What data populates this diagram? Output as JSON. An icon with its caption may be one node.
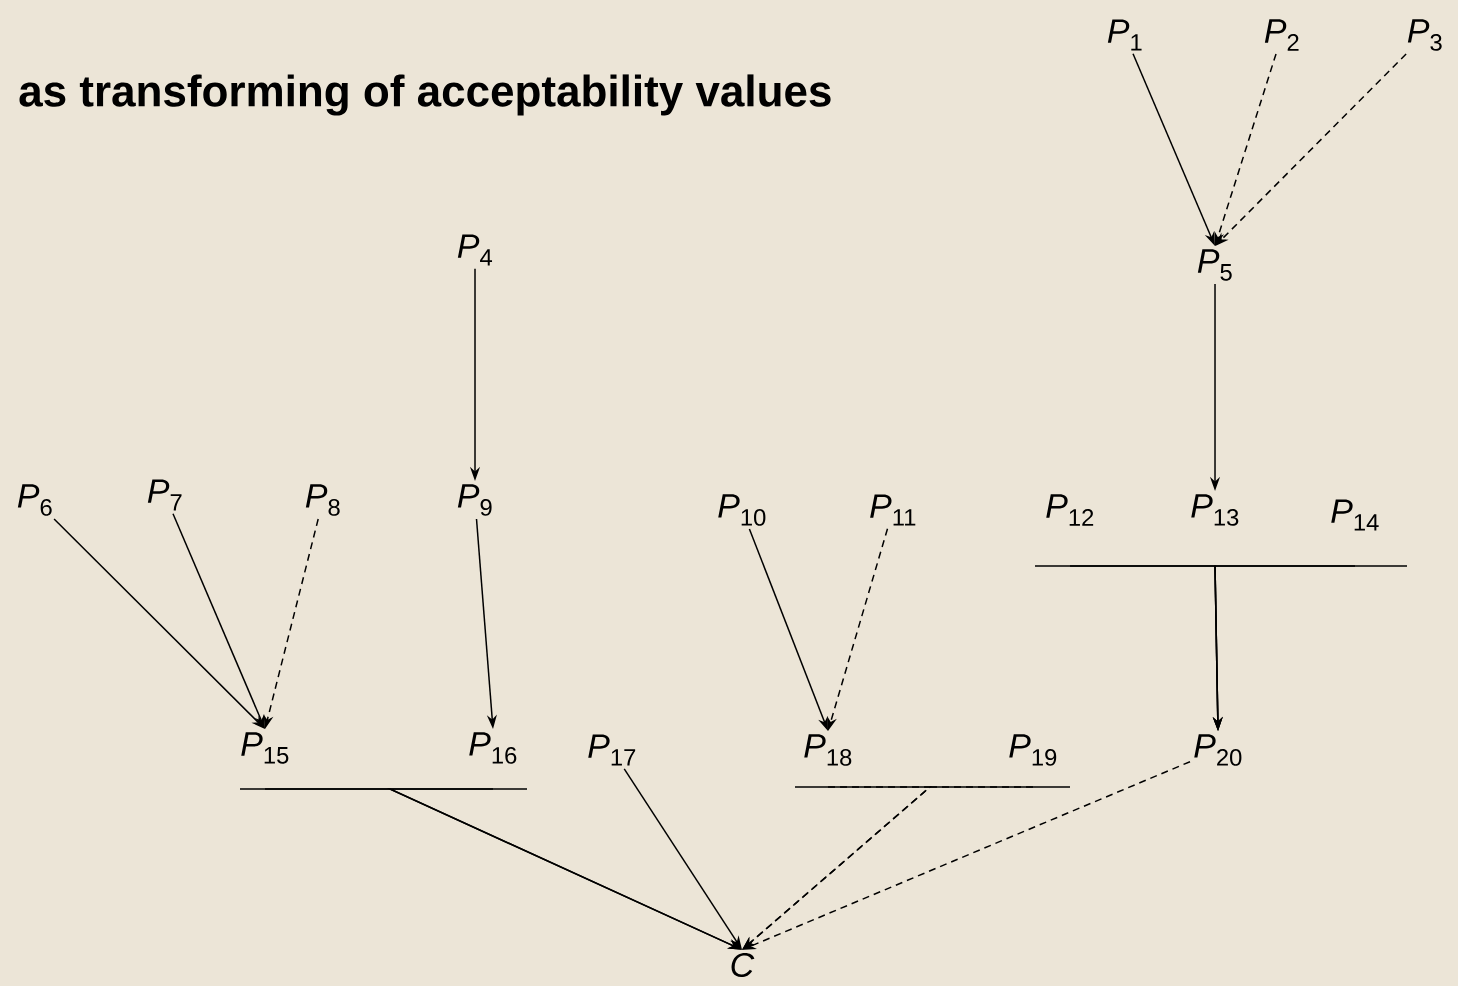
{
  "diagram": {
    "title": "as transforming of acceptability values",
    "nodes": [
      {
        "text": [
          "*P*$_{1}$"
        ]
      },
      {
        "text": [
          "*P*$_{2}$"
        ]
      },
      {
        "text": [
          "*P*$_{3}$"
        ]
      },
      {
        "text": [
          "*P*$_{4}$"
        ]
      },
      {
        "text": [
          "*P*$_{5}$"
        ]
      },
      {
        "text": [
          "*P*$_{6}$"
        ]
      },
      {
        "text": [
          "*P*$_{7}$"
        ]
      },
      {
        "text": [
          "*P*$_{8}$"
        ]
      },
      {
        "text": [
          "*P*$_{9}$"
        ]
      },
      {
        "text": [
          "*P*$_{10}$"
        ]
      },
      {
        "text": [
          "*P*$_{11}$"
        ]
      },
      {
        "text": [
          "*P*$_{12}$"
        ]
      },
      {
        "text": [
          "*P*$_{13}$"
        ]
      },
      {
        "text": [
          "*P*$_{14}$"
        ]
      },
      {
        "text": [
          "*P*$_{15}$"
        ]
      },
      {
        "text": [
          "*P*$_{16}$"
        ]
      },
      {
        "text": [
          "*P*$_{17}$"
        ]
      },
      {
        "text": [
          "*P*$_{18}$"
        ]
      },
      {
        "text": [
          "*P*$_{19}$"
        ]
      },
      {
        "text": [
          "*P*$_{20}$"
        ]
      },
      {
        "text": [
          "*C*"
        ]
      }
    ],
    "edges": [
      {
        "from": 0,
        "to": 4,
        "arrow": "to"
      },
      {
        "from": 1,
        "to": 4,
        "arrow": "to",
        "style": "dashed"
      },
      {
        "from": 2,
        "to": 4,
        "arrow": "to",
        "style": "dashed"
      },
      {
        "from": 3,
        "to": 8,
        "arrow": "to"
      },
      {
        "from": 4,
        "to": 12,
        "arrow": "to"
      },
      {
        "from": 5,
        "to": 14,
        "arrow": "to"
      },
      {
        "from": 6,
        "to": 14,
        "arrow": "to"
      },
      {
        "from": 7,
        "to": 14,
        "arrow": "to",
        "style": "dashed"
      },
      {
        "from": 8,
        "to": 15,
        "arrow": "to"
      },
      {
        "from": 9,
        "to": 17,
        "arrow": "to"
      },
      {
        "from": 10,
        "to": 17,
        "arrow": "to",
        "style": "dashed"
      },
      {
        "from": 11,
        "to": 19,
        "arrow": "to"
      },
      {
        "from": 12,
        "to": 19,
        "arrow": "to"
      },
      {
        "from": 13,
        "to": 19,
        "arrow": "to"
      },
      {
        "from": 14,
        "to": 20,
        "arrow": "to"
      },
      {
        "from": 15,
        "to": 20,
        "arrow": "to"
      },
      {
        "from": 16,
        "to": 20,
        "arrow": "to"
      },
      {
        "from": 17,
        "to": 20,
        "arrow": "to",
        "style": "dashed"
      },
      {
        "from": 18,
        "to": 20,
        "arrow": "to",
        "style": "dashed"
      },
      {
        "from": 19,
        "to": 20,
        "arrow": "to",
        "style": "dashed"
      }
    ]
  }
}
